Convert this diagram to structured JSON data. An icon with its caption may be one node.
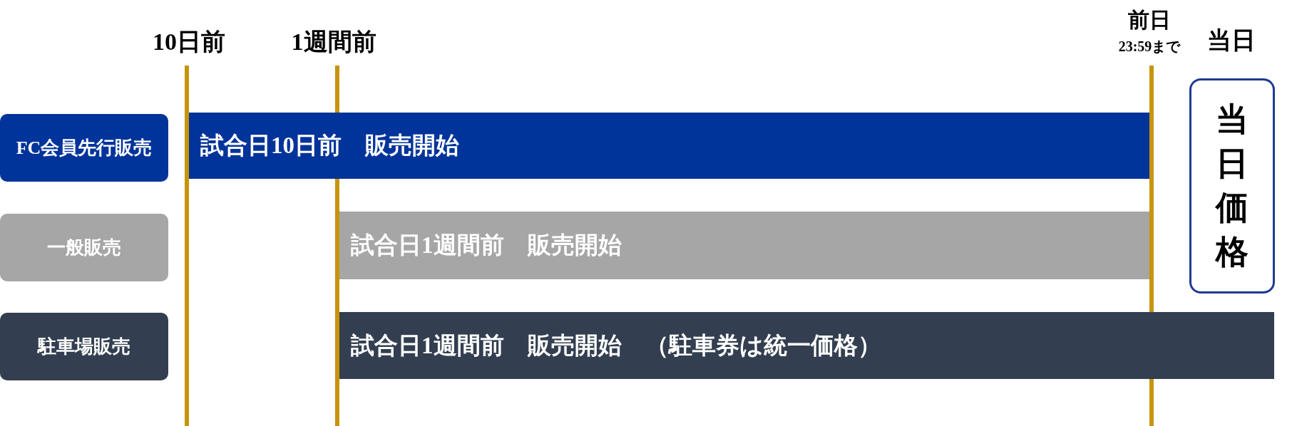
{
  "diagram": {
    "nodes": [
      {
        "text": [
          "FC会員先行販売"
        ]
      },
      {
        "text": [
          "試合日10日前　販売開始"
        ]
      },
      {
        "text": [
          "一般販売"
        ]
      },
      {
        "text": [
          "試合日1週間前　販売開始"
        ]
      },
      {
        "text": [
          "駐車場販売"
        ]
      },
      {
        "text": [
          "試合日1週間前　販売開始　（駐車券は統一価格）"
        ]
      },
      {
        "text": [
          "当日価格"
        ]
      }
    ],
    "labels": [
      "10日前",
      "1週間前",
      "前日",
      "23:59まで",
      "当日"
    ]
  }
}
